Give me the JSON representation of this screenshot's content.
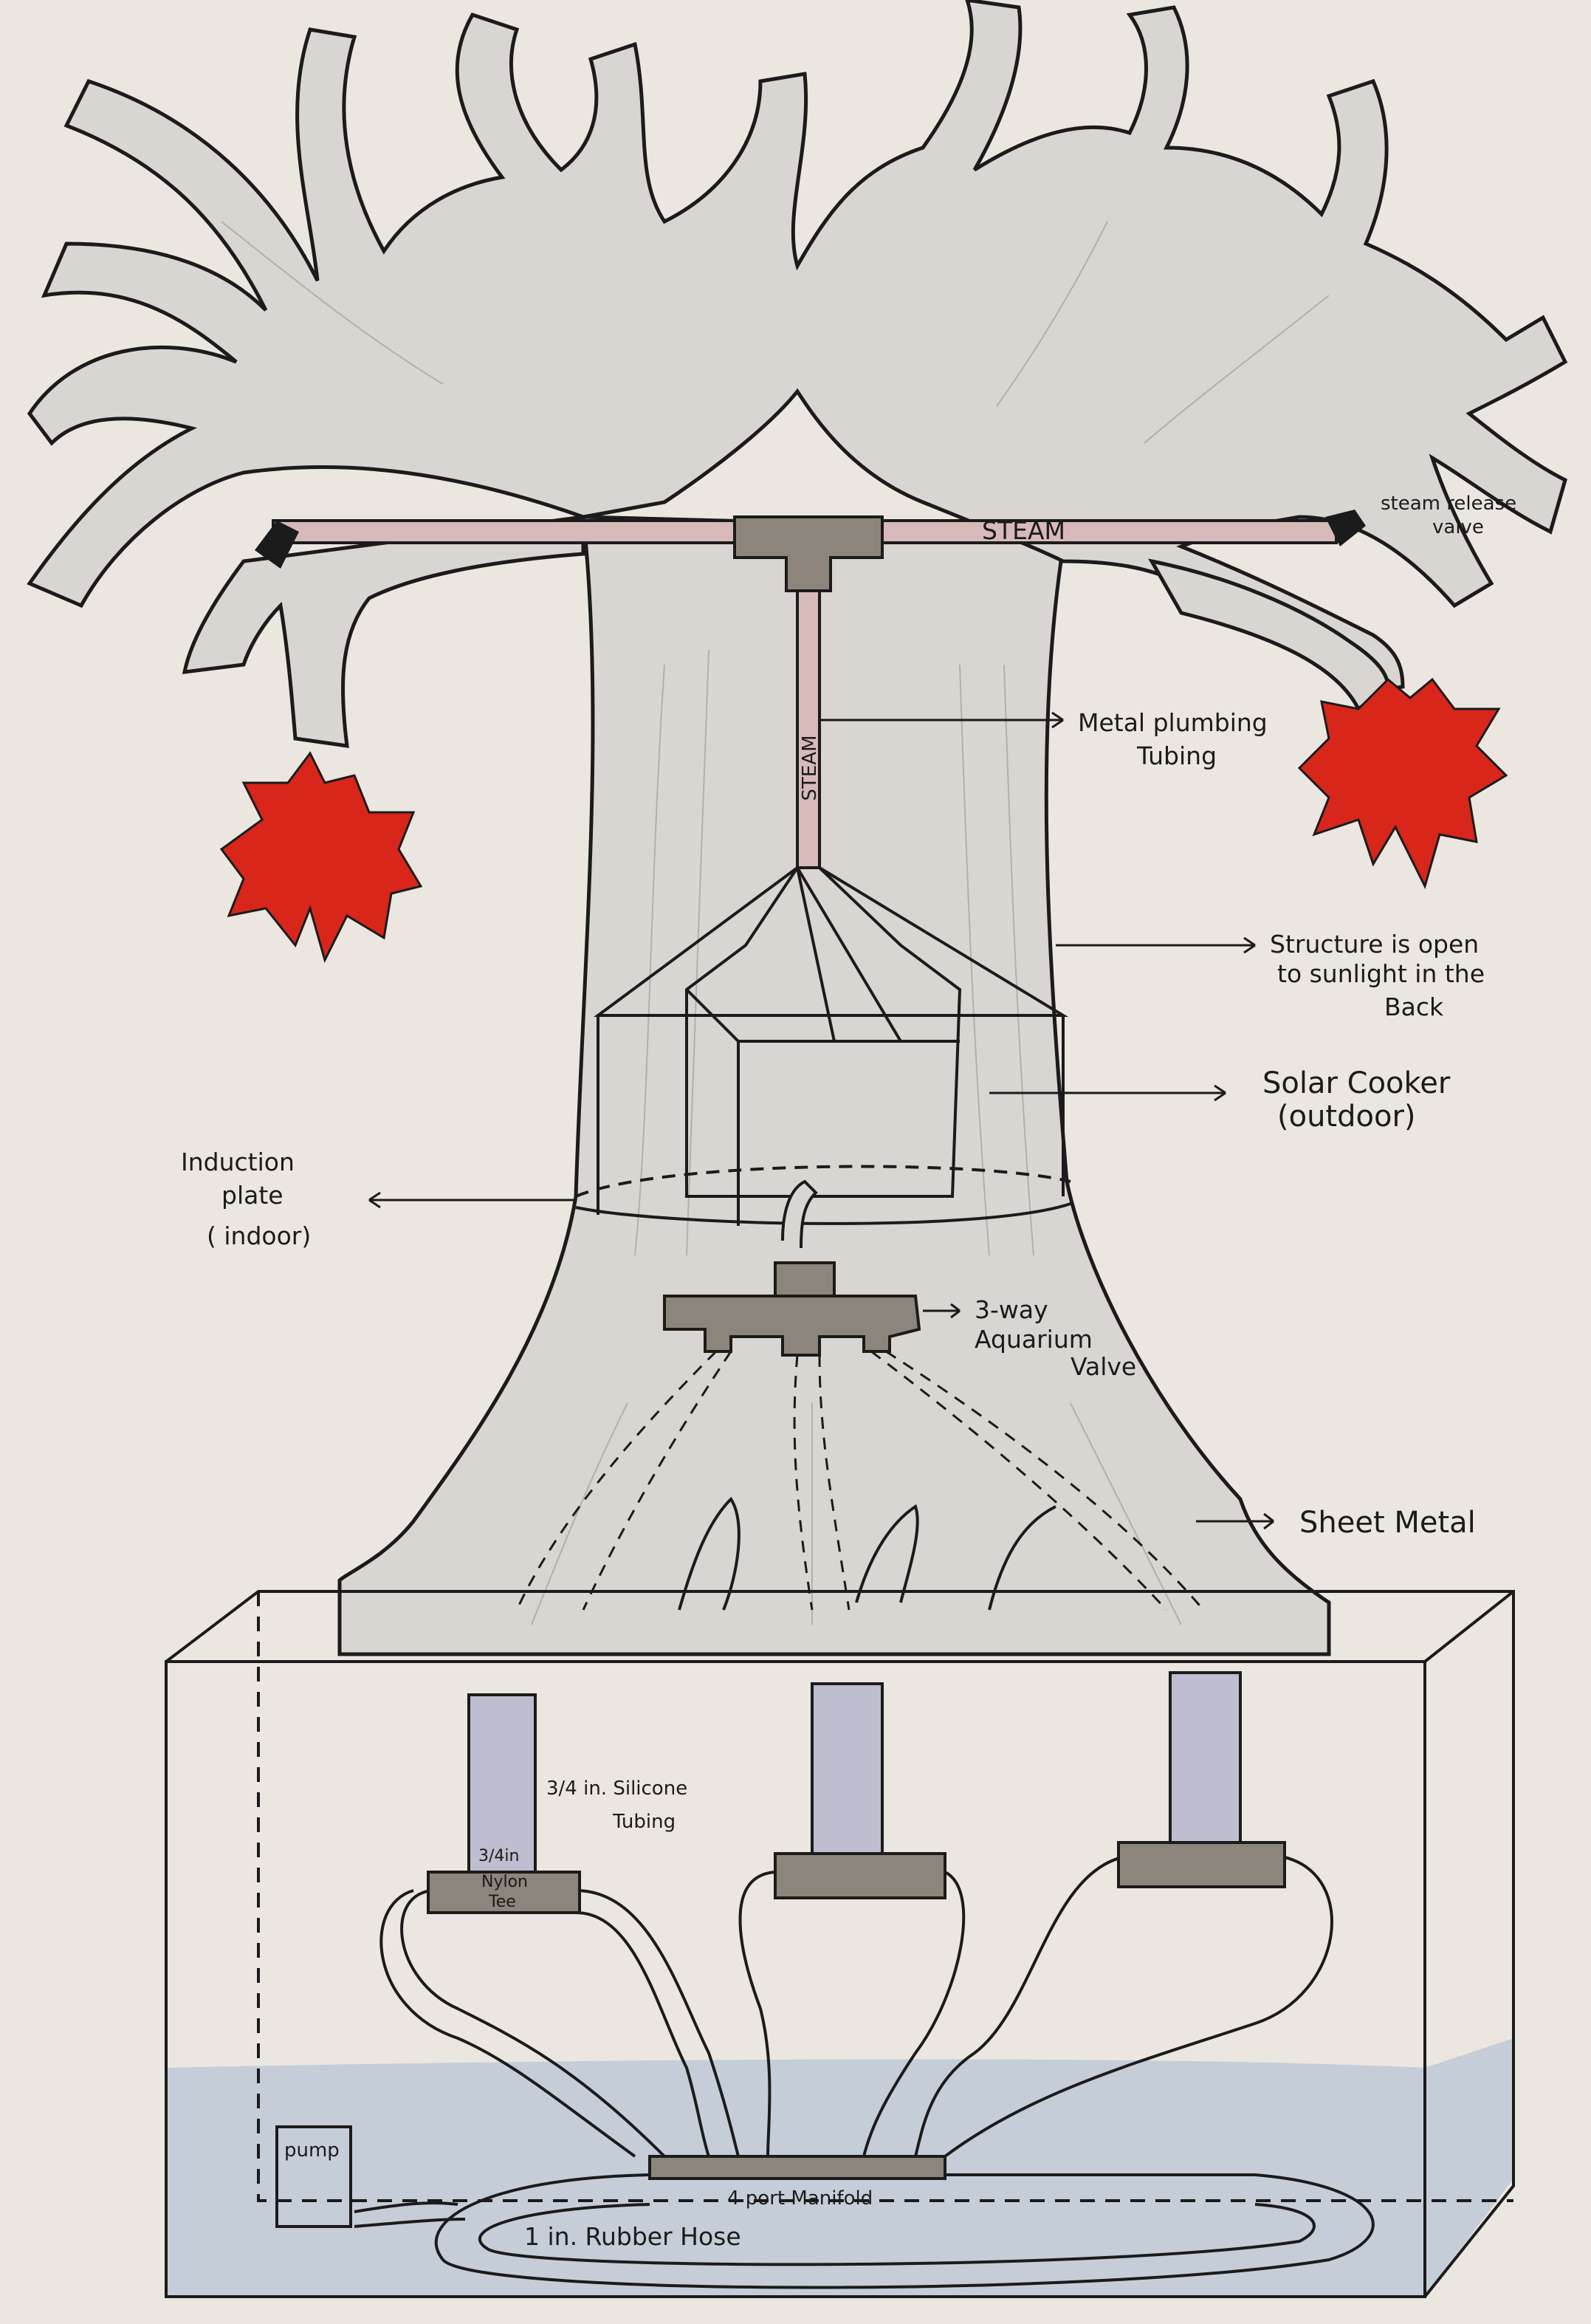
{
  "colors": {
    "paper": "#ebe7e0",
    "tree_fill": "#d9d6d1",
    "outline": "#1b1b1b",
    "steam_pipe": "#d8b9b9",
    "leaf": "#d8261b",
    "fitting": "#8c857b",
    "tubing": "#bfbdd0",
    "water": "#b8c6d6"
  },
  "icons": {
    "left_leaf": "maple-leaf-icon",
    "right_leaf": "maple-leaf-icon"
  },
  "labels": {
    "steam_horizontal": "STEAM",
    "steam_vertical": "STEAM",
    "steam_release_valve_1": "steam release",
    "steam_release_valve_2": "valve",
    "metal_plumbing_1": "Metal plumbing",
    "metal_plumbing_2": "Tubing",
    "structure_open_1": "Structure is open",
    "structure_open_2": "to sunlight in the",
    "structure_open_3": "Back",
    "solar_cooker_1": "Solar Cooker",
    "solar_cooker_2": "(outdoor)",
    "induction_1": "Induction",
    "induction_2": "plate",
    "induction_3": "( indoor)",
    "aquarium_valve_1": "3-way",
    "aquarium_valve_2": "Aquarium",
    "aquarium_valve_3": "Valve",
    "sheet_metal": "Sheet Metal",
    "silicone_1": "3/4 in. Silicone",
    "silicone_2": "Tubing",
    "nylon_1": "3/4in",
    "nylon_2": "Nylon",
    "nylon_3": "Tee",
    "manifold": "4 port Manifold",
    "rubber_hose": "1 in. Rubber Hose",
    "pump": "pump"
  }
}
